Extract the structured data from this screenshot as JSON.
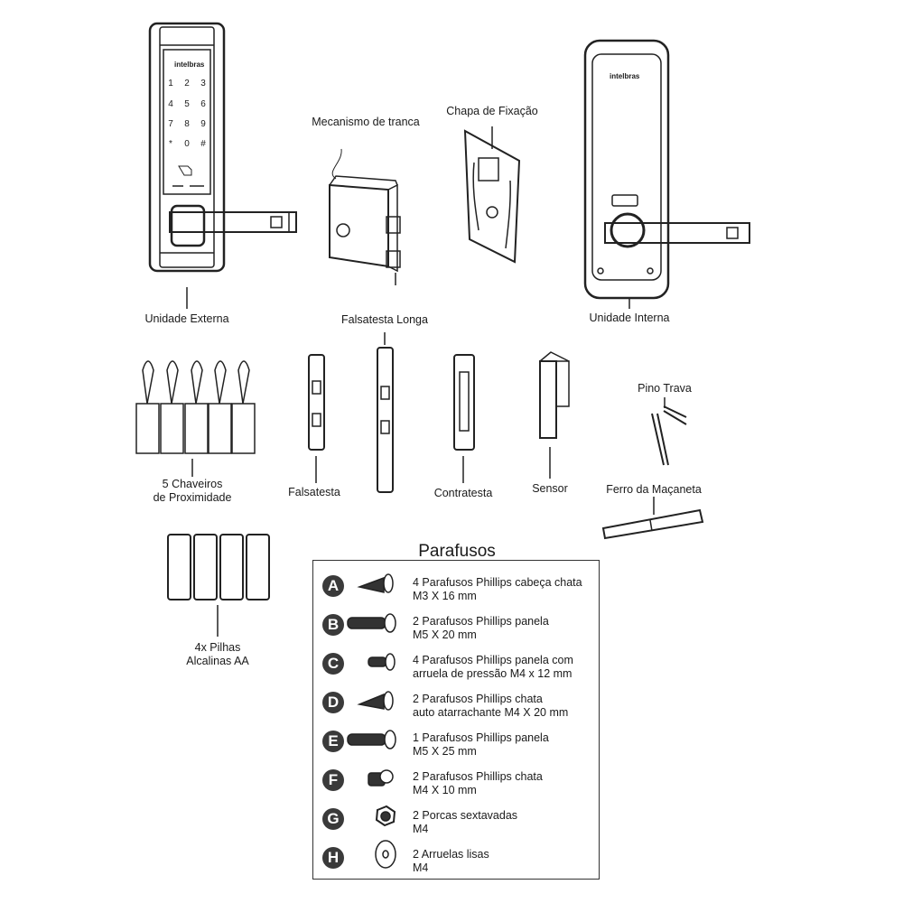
{
  "labels": {
    "mecanismo": "Mecanismo de tranca",
    "chapa": "Chapa de Fixação",
    "externa": "Unidade Externa",
    "falsatesta_longa": "Falsatesta Longa",
    "interna": "Unidade Interna",
    "chaveiros_1": "5 Chaveiros",
    "chaveiros_2": "de Proximidade",
    "falsatesta": "Falsatesta",
    "contratesta": "Contratesta",
    "sensor": "Sensor",
    "pino": "Pino Trava",
    "ferro": "Ferro da Maçaneta",
    "pilhas_1": "4x Pilhas",
    "pilhas_2": "Alcalinas AA"
  },
  "brand": "intelbras",
  "keypad": [
    "1",
    "2",
    "3",
    "4",
    "5",
    "6",
    "7",
    "8",
    "9",
    "*",
    "0",
    "#"
  ],
  "parafusos": {
    "title": "Parafusos",
    "items": [
      {
        "letter": "A",
        "line1": "4 Parafusos Phillips cabeça chata",
        "line2": "M3 X 16 mm"
      },
      {
        "letter": "B",
        "line1": "2 Parafusos Phillips panela",
        "line2": "M5 X 20 mm"
      },
      {
        "letter": "C",
        "line1": "4 Parafusos Phillips panela com",
        "line2": "arruela de pressão M4 x 12 mm"
      },
      {
        "letter": "D",
        "line1": "2 Parafusos Phillips chata",
        "line2": "auto atarrachante M4 X 20 mm"
      },
      {
        "letter": "E",
        "line1": "1 Parafusos Phillips panela",
        "line2": "M5 X 25 mm"
      },
      {
        "letter": "F",
        "line1": "2 Parafusos Phillips chata",
        "line2": "M4 X 10 mm"
      },
      {
        "letter": "G",
        "line1": "2 Porcas sextavadas",
        "line2": "M4"
      },
      {
        "letter": "H",
        "line1": "2 Arruelas lisas",
        "line2": "M4"
      }
    ]
  }
}
